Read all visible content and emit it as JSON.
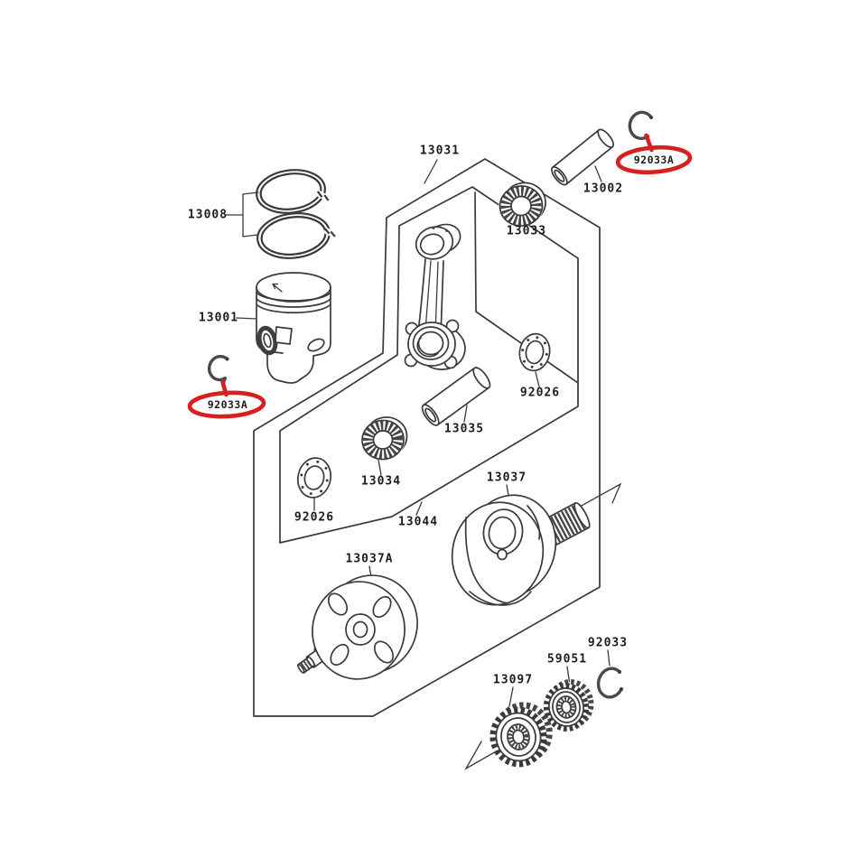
{
  "diagram": {
    "kind": "exploded-parts-diagram",
    "colors": {
      "background": "#ffffff",
      "line": "#3a3a3a",
      "highlight_red": "#d81f1f"
    },
    "labels": {
      "k13031": {
        "text": "13031",
        "highlighted": false
      },
      "k13008": {
        "text": "13008",
        "highlighted": false
      },
      "k13001": {
        "text": "13001",
        "highlighted": false
      },
      "k92033a_left": {
        "text": "92033A",
        "highlighted": true
      },
      "k92033a_right": {
        "text": "92033A",
        "highlighted": true
      },
      "k13002": {
        "text": "13002",
        "highlighted": false
      },
      "k13033": {
        "text": "13033",
        "highlighted": false
      },
      "k92026_right": {
        "text": "92026",
        "highlighted": false
      },
      "k13035": {
        "text": "13035",
        "highlighted": false
      },
      "k13034": {
        "text": "13034",
        "highlighted": false
      },
      "k92026_left": {
        "text": "92026",
        "highlighted": false
      },
      "k13044": {
        "text": "13044",
        "highlighted": false
      },
      "k13037": {
        "text": "13037",
        "highlighted": false
      },
      "k13037a": {
        "text": "13037A",
        "highlighted": false
      },
      "k13097": {
        "text": "13097",
        "highlighted": false
      },
      "k59051": {
        "text": "59051",
        "highlighted": false
      },
      "k92033": {
        "text": "92033",
        "highlighted": false
      }
    }
  }
}
